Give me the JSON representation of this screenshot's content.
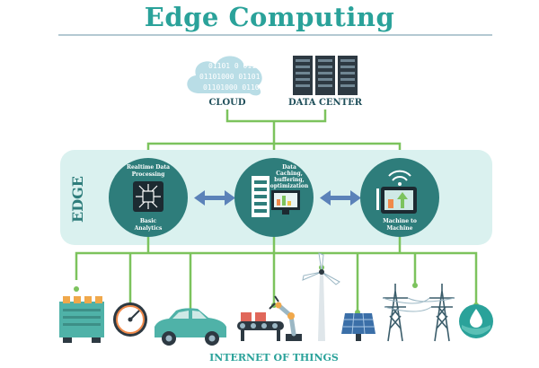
{
  "title": "Edge Computing",
  "cloud": {
    "label": "CLOUD",
    "binary": [
      "01101 0 011",
      "01101000 01101",
      "01101000 0110"
    ]
  },
  "datacenter": {
    "label": "DATA CENTER"
  },
  "edge": {
    "label": "EDGE",
    "node1": {
      "top": [
        "Realtime Data",
        "Processing"
      ],
      "bottom": [
        "Basic",
        "Analytics"
      ]
    },
    "node2": {
      "top": [
        "Data",
        "Caching,",
        "buffering,",
        "optimization"
      ]
    },
    "node3": {
      "bottom": [
        "Machine to",
        "Machine"
      ]
    }
  },
  "iot": {
    "label": "INTERNET OF THINGS"
  },
  "colors": {
    "teal": "#2aa29a",
    "dark_teal": "#2e7d7b",
    "panel": "#daf1ef",
    "line": "#7cc35d",
    "navy": "#1f4f5a",
    "arrow": "#5b82b9"
  }
}
